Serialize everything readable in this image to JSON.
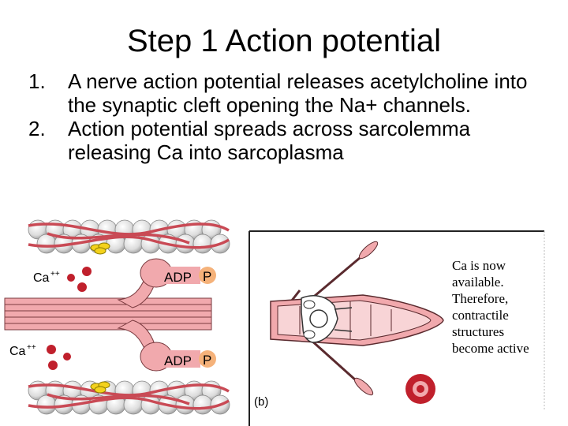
{
  "slide": {
    "title": "Step 1 Action potential",
    "items": [
      {
        "number": "1.",
        "text": "A nerve action potential releases acetylcholine into the synaptic cleft opening the Na+ channels."
      },
      {
        "number": "2.",
        "text": "Action potential spreads across sarcolemma releasing Ca into sarcoplasma"
      }
    ]
  },
  "figure_a": {
    "ion_label": "Ca",
    "ion_charge": "++",
    "adp_label": "ADP",
    "phosphate_label": "P"
  },
  "figure_b": {
    "panel_label": "(b)",
    "caption_lines": [
      "Ca is now",
      "available.",
      "Therefore,",
      "contractile",
      "structures",
      "become active"
    ]
  },
  "colors": {
    "filament_red": "#c94a55",
    "myosin_pink": "#f1a9ad",
    "ion_red": "#c0202c",
    "phosphate_orange": "#f5b27a",
    "actin_gray": "#dcdcdc"
  }
}
